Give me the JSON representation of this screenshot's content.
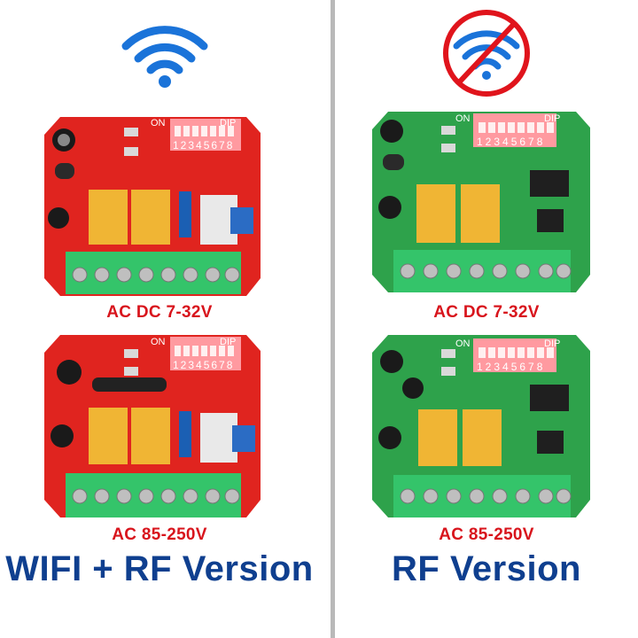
{
  "colors": {
    "wifi_blue": "#1a73d9",
    "prohibited_red": "#e0141c",
    "pcb_red": "#e0241f",
    "pcb_green": "#2ea24b",
    "label_red": "#d8141c",
    "title_blue": "#0f3f8f",
    "divider_gray": "#b9b9b9"
  },
  "left_column": {
    "icon": "wifi-icon",
    "top_board": {
      "pcb": "red",
      "dip_on_label": "ON",
      "dip_label": "DIP",
      "dip_numbers": "12345678",
      "voltage": "AC DC 7-32V"
    },
    "bottom_board": {
      "pcb": "red",
      "dip_on_label": "ON",
      "dip_label": "DIP",
      "dip_numbers": "12345678",
      "voltage": "AC 85-250V"
    },
    "version_title": "WIFI + RF Version"
  },
  "right_column": {
    "icon": "no-wifi-icon",
    "top_board": {
      "pcb": "green",
      "dip_on_label": "ON",
      "dip_label": "DIP",
      "dip_numbers": "12345678",
      "voltage": "AC DC 7-32V"
    },
    "bottom_board": {
      "pcb": "green",
      "dip_on_label": "ON",
      "dip_label": "DIP",
      "dip_numbers": "12345678",
      "voltage": "AC 85-250V"
    },
    "version_title": "RF Version"
  }
}
